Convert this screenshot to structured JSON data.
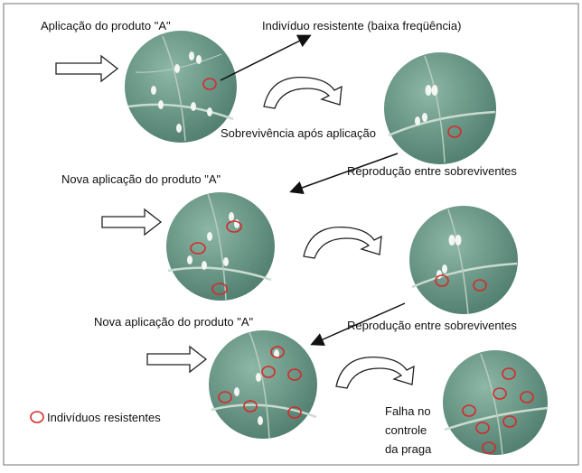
{
  "labels": {
    "application_1": "Aplicação do produto \"A\"",
    "resistant_individual": "Indivíduo resistente (baixa freqüência)",
    "survival": "Sobrevivência após aplicação",
    "new_application_1": "Nova aplicação do produto \"A\"",
    "reproduction_1": "Reprodução entre sobreviventes",
    "new_application_2": "Nova aplicação do produto \"A\"",
    "reproduction_2": "Reprodução entre sobreviventes",
    "legend": "Indivíduos resistentes",
    "failure_line1": "Falha no",
    "failure_line2": "controle",
    "failure_line3": "da praga"
  },
  "colors": {
    "leaf": "#6f9e8e",
    "leaf_dark": "#4f7d6e",
    "vein": "#c9dccf",
    "insect": "#f4f6f2",
    "resistant_ring": "#d42a2a",
    "arrow": "#111111",
    "border": "#8a8a8a"
  }
}
